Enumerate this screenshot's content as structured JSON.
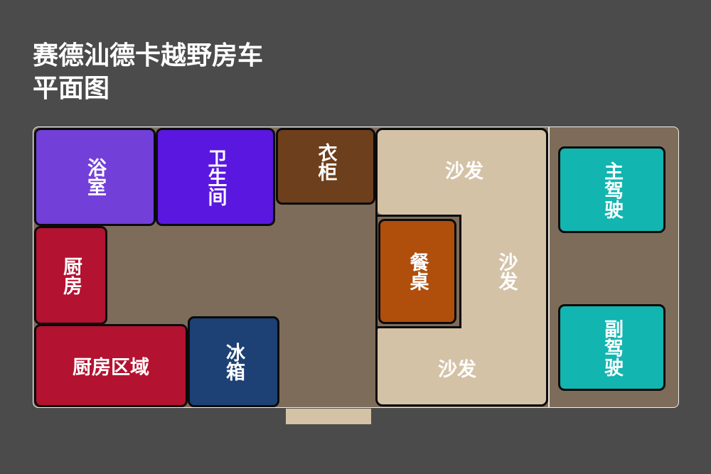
{
  "title": {
    "line1": "赛德汕德卡越野房车",
    "line2": "平面图"
  },
  "colors": {
    "background": "#4b4b4b",
    "floor": "#7e6c5b",
    "bathroom": "#723fd9",
    "toilet": "#5a17e0",
    "wardrobe": "#6e3f1c",
    "sofa": "#d4c2a7",
    "dining_table": "#b04e0c",
    "kitchen": "#b31230",
    "fridge": "#1d4174",
    "seat": "#12b5b0",
    "door": "#d4c2a7"
  },
  "rooms": {
    "bathroom": "浴室",
    "toilet": "卫生间",
    "wardrobe": "衣柜",
    "sofa_top": "沙发",
    "sofa_side": "沙发",
    "sofa_bottom": "沙发",
    "dining_table": "餐桌",
    "kitchen": "厨房",
    "kitchen_area": "厨房区域",
    "fridge": "冰箱",
    "driver_seat": "主驾驶",
    "passenger_seat": "副驾驶"
  }
}
